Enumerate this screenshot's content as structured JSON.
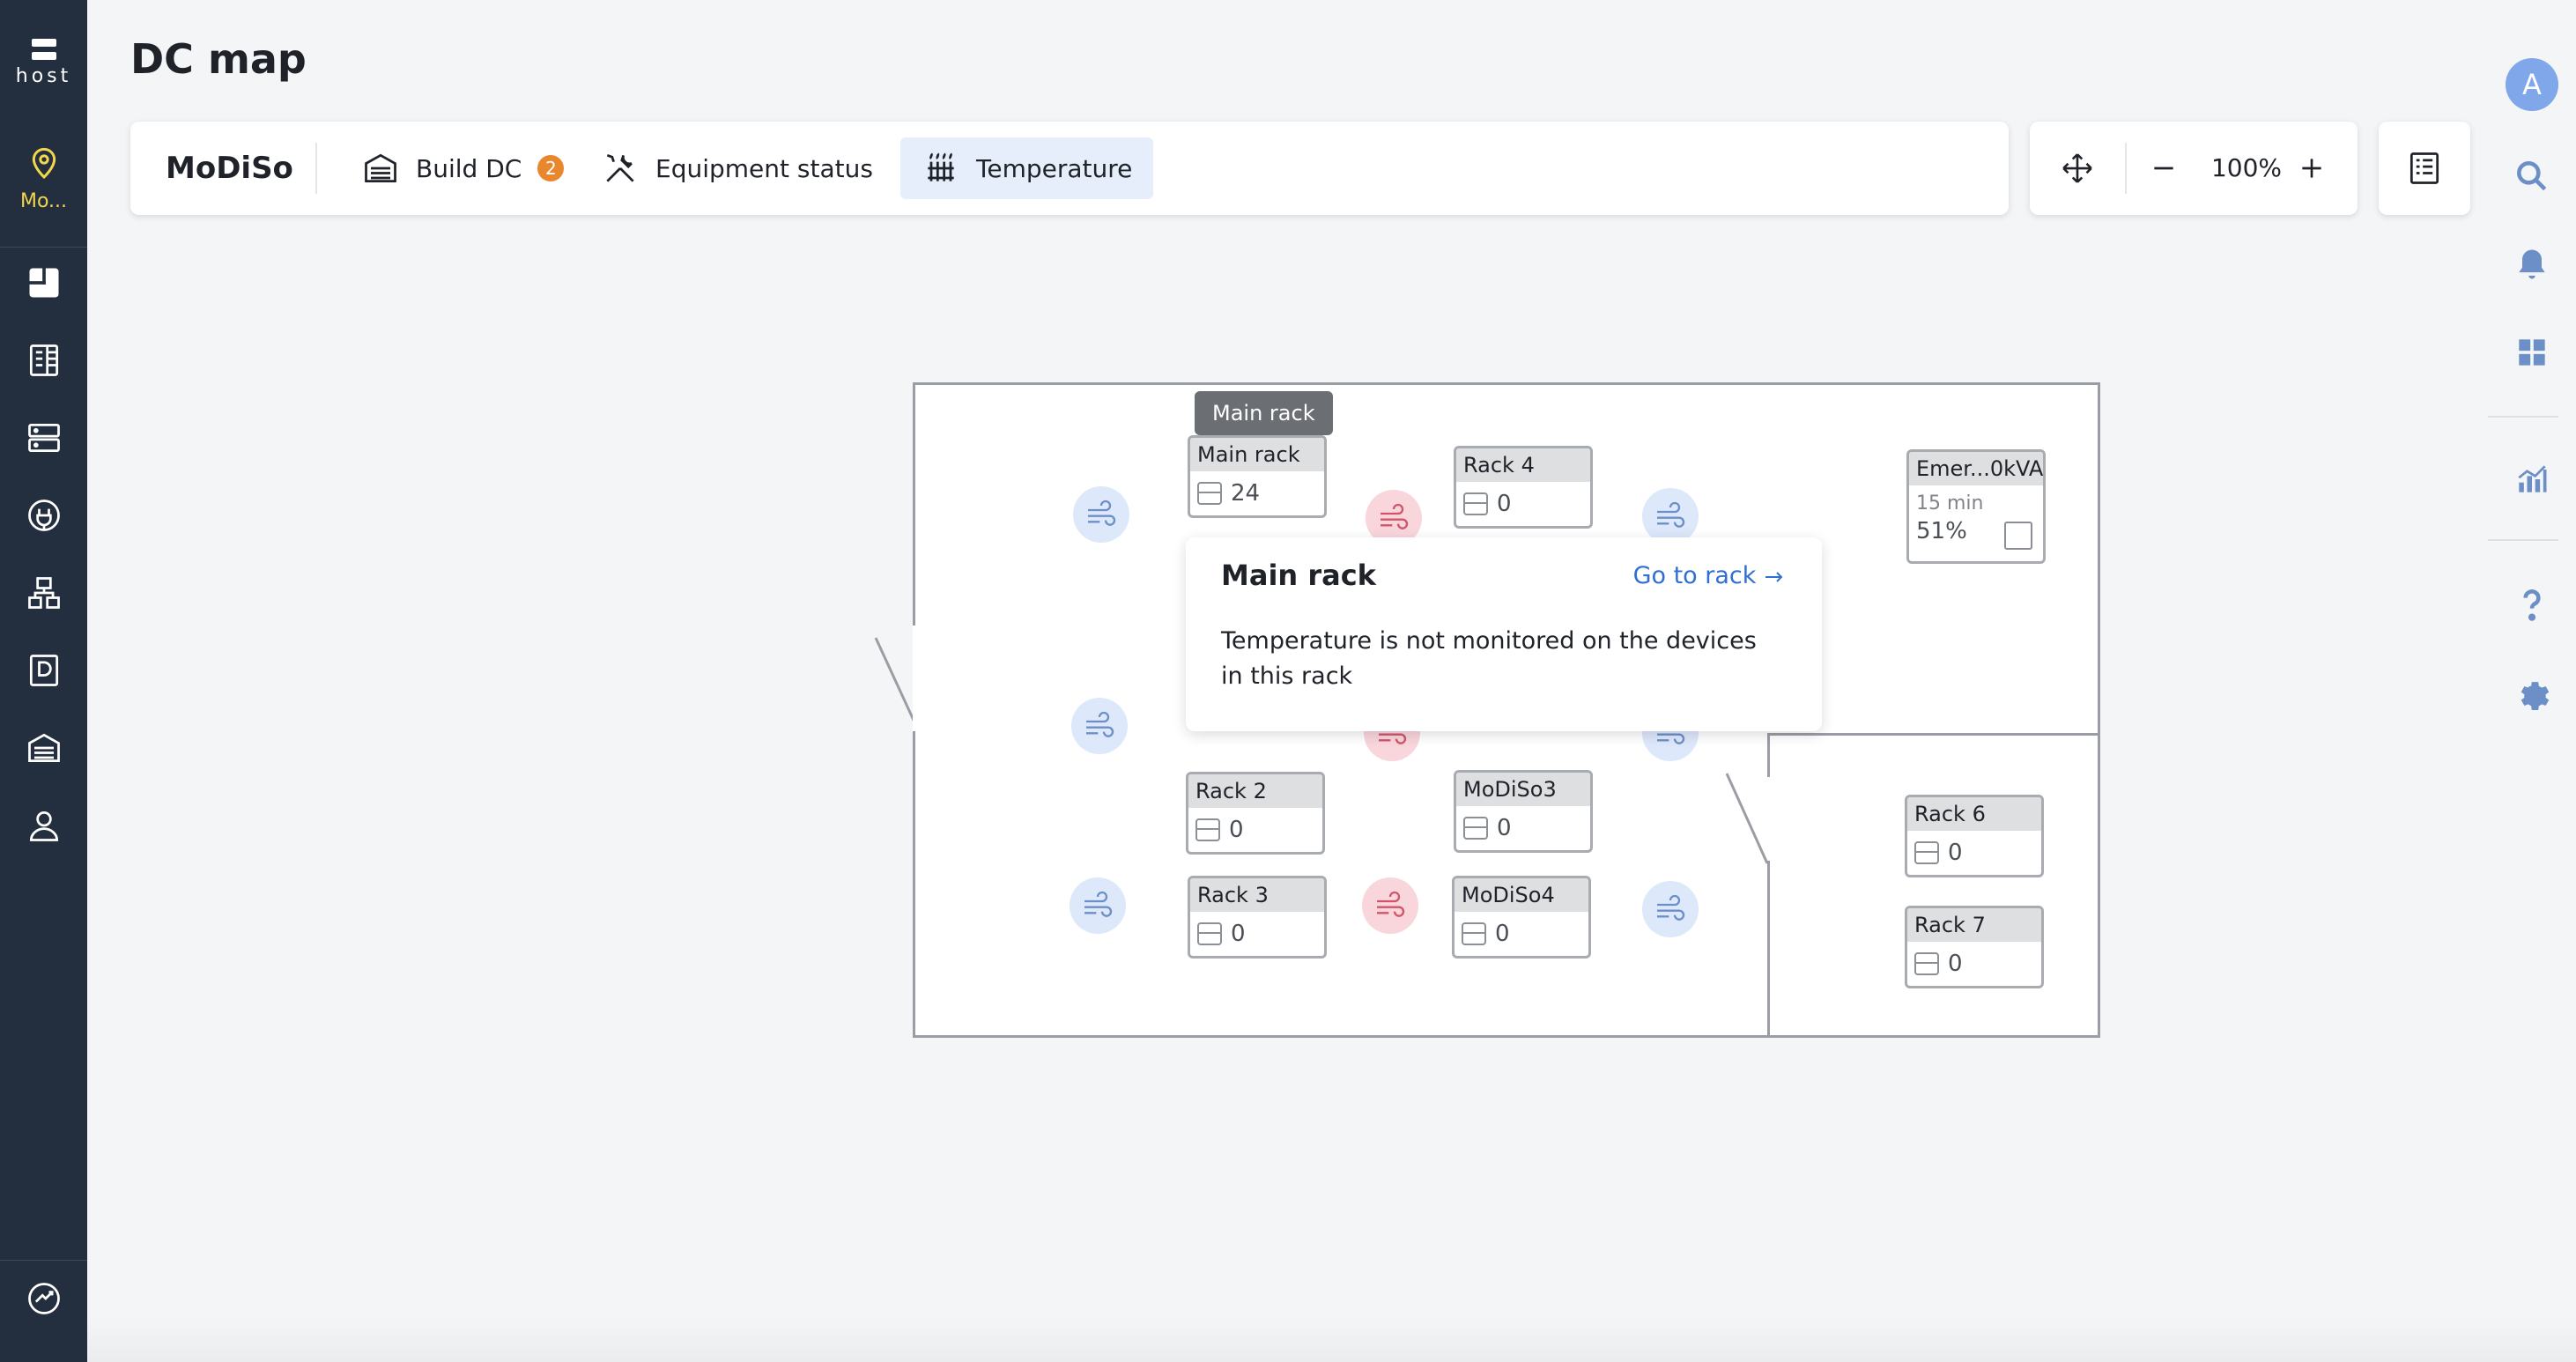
{
  "sidebar": {
    "logo_text": "host",
    "location_label": "Mo...",
    "nav_icons": [
      "dashboard-icon",
      "racks-list-icon",
      "server-icon",
      "power-icon",
      "network-icon",
      "device-icon",
      "datacenter-icon",
      "user-icon"
    ]
  },
  "page": {
    "title": "DC map"
  },
  "toolbar": {
    "dc_name": "MoDiSo",
    "build_dc_label": "Build DC",
    "build_dc_badge": "2",
    "equipment_status_label": "Equipment status",
    "temperature_label": "Temperature"
  },
  "zoom": {
    "value": "100%"
  },
  "rail": {
    "avatar_letter": "A"
  },
  "map": {
    "tag_label": "Main rack",
    "racks": {
      "main_rack": {
        "name": "Main rack",
        "count": "24"
      },
      "rack4": {
        "name": "Rack 4",
        "count": "0"
      },
      "rack2": {
        "name": "Rack 2",
        "count": "0"
      },
      "modiso3": {
        "name": "MoDiSo3",
        "count": "0"
      },
      "rack3": {
        "name": "Rack 3",
        "count": "0"
      },
      "modiso4": {
        "name": "MoDiSo4",
        "count": "0"
      },
      "rack6": {
        "name": "Rack 6",
        "count": "0"
      },
      "rack7": {
        "name": "Rack 7",
        "count": "0"
      }
    },
    "ups": {
      "name": "Emer...0kVA",
      "runtime": "15 min",
      "load": "51%"
    }
  },
  "popover": {
    "title": "Main rack",
    "link": "Go to rack",
    "message": "Temperature is not monitored on the devices in this rack"
  },
  "colors": {
    "sidebar": "#232f3e",
    "accent_link": "#2f6fd1",
    "badge": "#e8872e",
    "location": "#f2d64b"
  }
}
